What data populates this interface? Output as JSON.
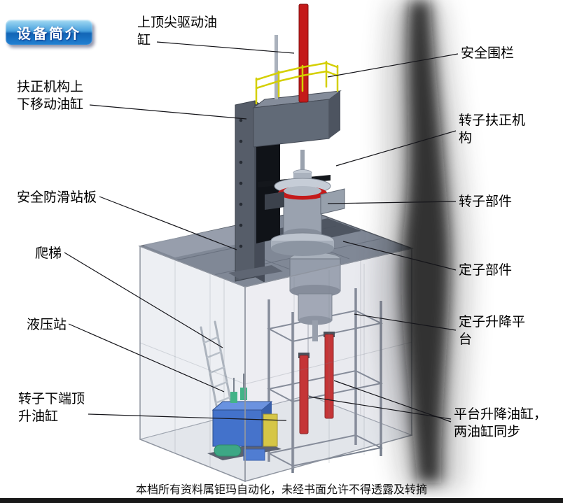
{
  "page": {
    "badge": "设备简介",
    "footer": "本档所有资料属钜玛自动化，未经书面允许不得透露及转摘"
  },
  "colors": {
    "cylinder_red": "#c41a1a",
    "railing_yellow": "#d4cf00",
    "hydraulic_blue": "#2e63c8",
    "badge_blue": "#1d7ad0"
  },
  "callouts": [
    {
      "name": "top-center-drive-cylinder",
      "text": "上顶尖驱动油缸"
    },
    {
      "name": "safety-fence",
      "text": "安全围栏"
    },
    {
      "name": "centering-mech-lift-cylinder",
      "text": "扶正机构上下移动油缸"
    },
    {
      "name": "rotor-centering-mech",
      "text": "转子扶正机构"
    },
    {
      "name": "anti-slip-standing-plate",
      "text": "安全防滑站板"
    },
    {
      "name": "rotor-component",
      "text": "转子部件"
    },
    {
      "name": "ladder",
      "text": "爬梯"
    },
    {
      "name": "stator-component",
      "text": "定子部件"
    },
    {
      "name": "hydraulic-station",
      "text": "液压站"
    },
    {
      "name": "stator-lift-platform",
      "text": "定子升降平台"
    },
    {
      "name": "rotor-bottom-jack-cylinder",
      "text": "转子下端顶升油缸"
    },
    {
      "name": "platform-lift-cylinders",
      "text": "平台升降油缸，两油缸同步"
    }
  ]
}
